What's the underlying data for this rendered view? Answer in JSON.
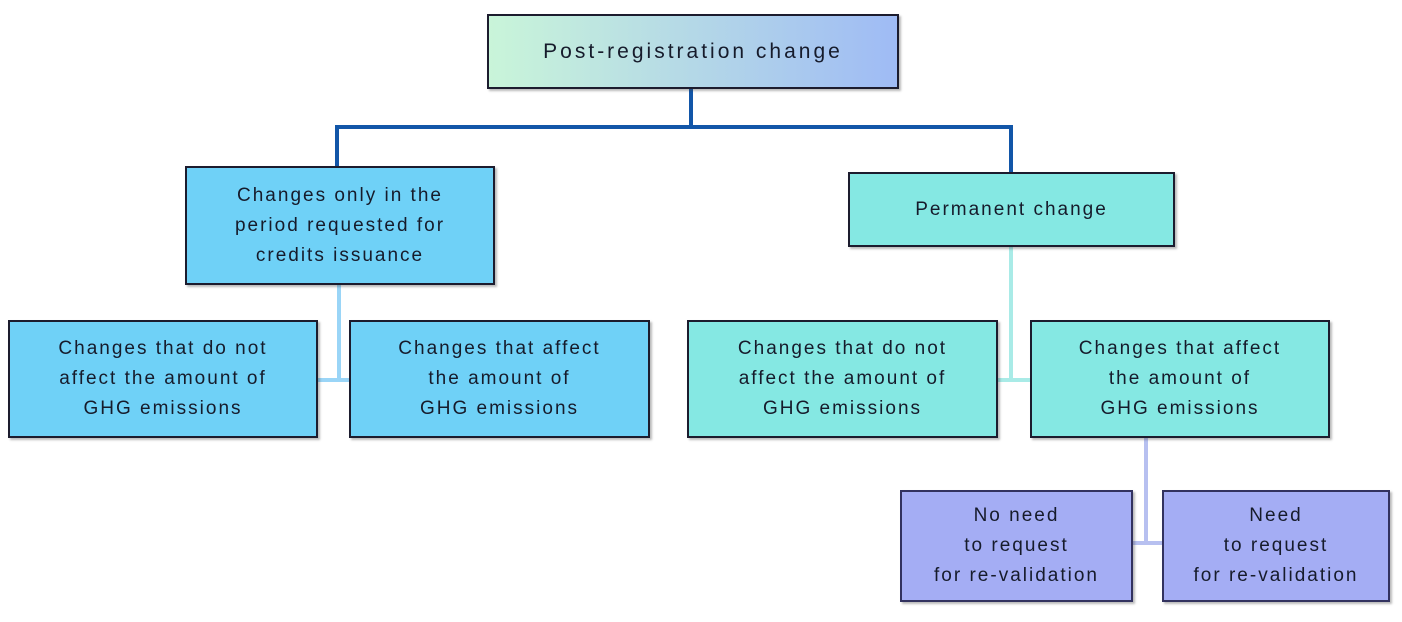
{
  "diagram": {
    "nodes": {
      "root": {
        "lines": [
          "Post-registration change"
        ]
      },
      "period": {
        "lines": [
          "Changes only in the",
          "period requested for",
          "credits issuance"
        ]
      },
      "permanent": {
        "lines": [
          "Permanent change"
        ]
      },
      "period_no_affect": {
        "lines": [
          "Changes that do not",
          "affect the amount of",
          "GHG emissions"
        ]
      },
      "period_affect": {
        "lines": [
          "Changes that affect",
          "the amount of",
          "GHG emissions"
        ]
      },
      "permanent_no_affect": {
        "lines": [
          "Changes that do not",
          "affect the amount of",
          "GHG emissions"
        ]
      },
      "permanent_affect": {
        "lines": [
          "Changes that affect",
          "the amount of",
          "GHG emissions"
        ]
      },
      "no_revalidation": {
        "lines": [
          "No need",
          "to request",
          "for re-validation"
        ]
      },
      "need_revalidation": {
        "lines": [
          "Need",
          "to request",
          "for re-validation"
        ]
      }
    },
    "colors": {
      "root_gradient_start": "#c9f5d9",
      "root_gradient_end": "#9fbbf5",
      "blue_fill": "#6fd1f7",
      "teal_fill": "#85e8e3",
      "purple_fill": "#a4adf4",
      "connector_dark_blue": "#1256a8",
      "connector_light_blue": "#9ad5f7",
      "connector_light_teal": "#a9ebe7",
      "connector_light_purple": "#b7c0f0",
      "box_border": "#1c1c2e",
      "text": "#161b2b"
    }
  }
}
